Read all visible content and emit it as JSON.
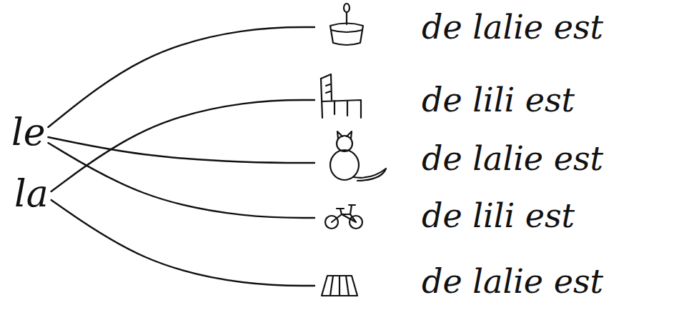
{
  "diagram": {
    "nodes": [
      {
        "text": [
          "le"
        ]
      },
      {
        "text": [
          "la"
        ]
      },
      {
        "text": [
          "de lalie est"
        ]
      },
      {
        "text": [
          "de lili est"
        ]
      },
      {
        "text": [
          "de lalie est"
        ]
      },
      {
        "text": [
          "de lili est"
        ]
      },
      {
        "text": [
          "de lalie est"
        ]
      }
    ],
    "edges": [
      {
        "from": 0,
        "to": 2,
        "arrow": "none"
      },
      {
        "from": 0,
        "to": 4,
        "arrow": "none"
      },
      {
        "from": 0,
        "to": 5,
        "arrow": "none"
      },
      {
        "from": 1,
        "to": 3,
        "arrow": "none"
      },
      {
        "from": 1,
        "to": 6,
        "arrow": "none"
      }
    ]
  }
}
